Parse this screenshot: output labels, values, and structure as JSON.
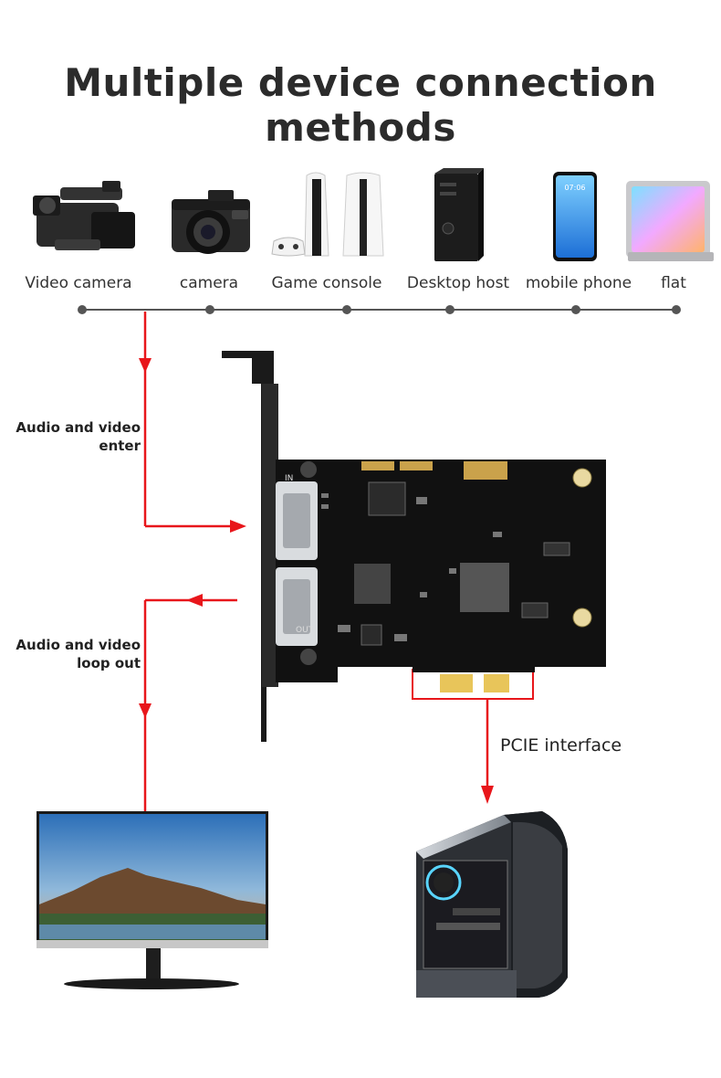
{
  "title": "Multiple device connection methods",
  "devices": [
    {
      "label": "Video camera",
      "icon": "video-camera-icon"
    },
    {
      "label": "camera",
      "icon": "camera-icon"
    },
    {
      "label": "Game console",
      "icon": "game-console-icon"
    },
    {
      "label": "Desktop host",
      "icon": "desktop-host-icon"
    },
    {
      "label": "mobile phone",
      "icon": "mobile-phone-icon"
    },
    {
      "label": "flat",
      "icon": "tablet-icon"
    }
  ],
  "card": {
    "port_in_label": "IN",
    "port_out_label": "OUT"
  },
  "flows": {
    "input_label_line1": "Audio and video",
    "input_label_line2": "enter",
    "output_label_line1": "Audio and video",
    "output_label_line2": "loop out",
    "pcie_label": "PCIE interface"
  },
  "phone_screen": {
    "time": "07:06"
  },
  "colors": {
    "arrow": "#e8161b",
    "line": "#555555",
    "pcb": "#111111",
    "bracket": "#1a1a1a"
  }
}
